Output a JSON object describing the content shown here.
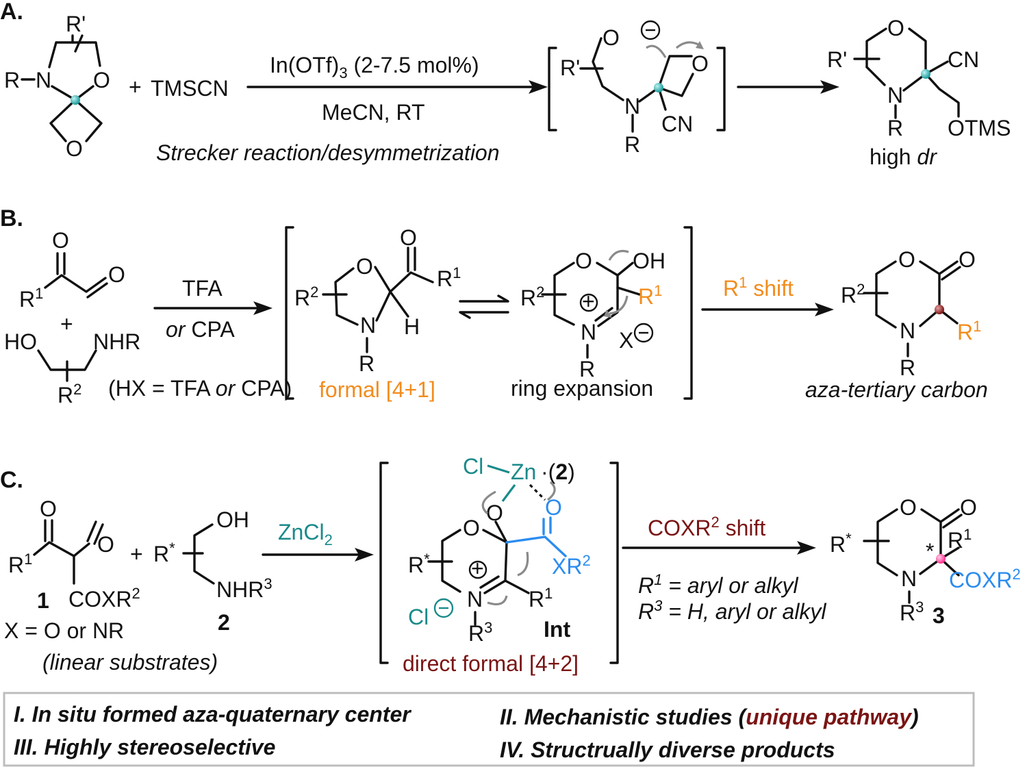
{
  "sections": {
    "a": {
      "label": "A.",
      "reagent_top": "In(OTf)",
      "reagent_sub": "3",
      "reagent_rest": " (2-7.5 mol%)",
      "conditions": "MeCN, RT",
      "description": "Strecker reaction/desymmetrization",
      "plus": "+",
      "tmscn": "TMSCN",
      "product_note_prefix": "high ",
      "product_note_em": "dr",
      "atoms": {
        "R": "R",
        "N": "N",
        "O": "O",
        "Rp": "R'",
        "CN": "CN",
        "OTMS": "OTMS",
        "Ominus": "O"
      }
    },
    "b": {
      "label": "B.",
      "reagent_top": "TFA",
      "reagent_or": "or",
      "reagent_cpa": " CPA",
      "hx_pre": "(HX = TFA ",
      "hx_or": "or",
      "hx_post": " CPA)",
      "int1_caption": "formal [4+1]",
      "int2_caption": "ring expansion",
      "shift_R": "R",
      "shift_sup": "1",
      "shift_rest": " shift",
      "product_caption": "aza-tertiary carbon",
      "atoms": {
        "R": "R",
        "N": "N",
        "O": "O",
        "H": "H",
        "OH": "OH",
        "NHR": "NHR",
        "HO": "HO",
        "X": "X",
        "plus": "+"
      }
    },
    "c": {
      "label": "C.",
      "reagent": "ZnCl",
      "reagent_sub": "2",
      "compound1_num": "1",
      "compound2_num": "2",
      "compound3_num": "3",
      "x_def": "X = O or NR",
      "substrate_note": "(linear substrates)",
      "int_label": "Int",
      "int_caption": "direct formal [4+2]",
      "shift_pre": "COXR",
      "shift_sup": "2",
      "shift_post": " shift",
      "cond1": "R",
      "cond1_sup": "1",
      "cond1_rest": " = aryl or alkyl",
      "cond2": "R",
      "cond2_sup": "3",
      "cond2_rest": " = H, aryl or alkyl",
      "zn": "Zn",
      "cl": "Cl",
      "zn_ligand_pre": "·(",
      "zn_ligand_num": "2",
      "zn_ligand_post": ")",
      "coxr2": "COXR",
      "xr2": "XR",
      "nhr3": "NHR",
      "oh": "OH",
      "plus": "+"
    }
  },
  "features": {
    "item1": "I. In situ formed aza-quaternary center",
    "item2_pre": "II. Mechanistic studies (",
    "item2_em": "unique pathway",
    "item2_post": ")",
    "item3": "III. Highly stereoselective",
    "item4": "IV. Structrually diverse products"
  },
  "colors": {
    "orange": "#f28c1e",
    "teal": "#1a8a8a",
    "maroon": "#7a1414",
    "blue": "#2b8cf0",
    "stereocenter_teal": "#1aa3a3",
    "stereocenter_maroon": "#8b1a1a",
    "stereocenter_pink": "#ff3d9a",
    "box_border": "#bdbdbd"
  }
}
